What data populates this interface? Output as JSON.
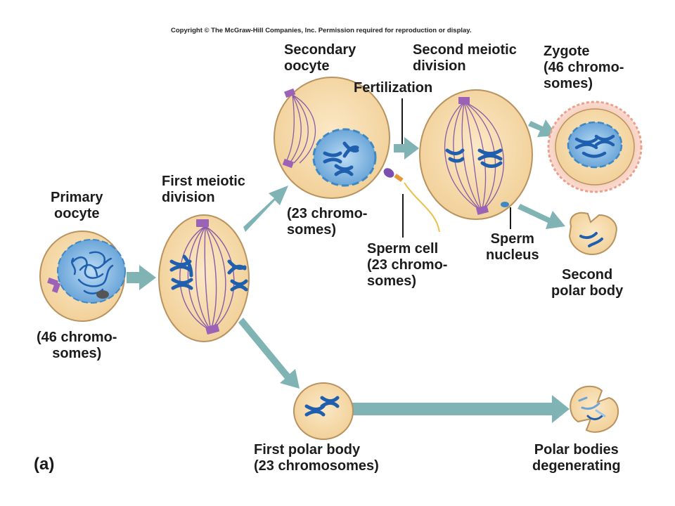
{
  "copyright": "Copyright © The McGraw-Hill Companies, Inc. Permission required for reproduction or display.",
  "panel_label": "(a)",
  "labels": {
    "primary_oocyte": "Primary\noocyte",
    "primary_count": "(46 chromo-\nsomes)",
    "first_meiotic_division": "First meiotic\ndivision",
    "secondary_oocyte": "Secondary\noocyte",
    "secondary_count": "(23 chromo-\nsomes)",
    "fertilization": "Fertilization",
    "second_meiotic_division": "Second meiotic\ndivision",
    "zygote": "Zygote\n(46 chromo-\nsomes)",
    "sperm_cell": "Sperm cell\n(23 chromo-\nsomes)",
    "sperm_nucleus": "Sperm\nnucleus",
    "second_polar_body": "Second\npolar body",
    "first_polar_body": "First polar body\n(23 chromosomes)",
    "polar_bodies_degenerating": "Polar bodies\ndegenerating"
  },
  "colors": {
    "cytoplasm": "#f7ddb0",
    "cell_outline": "#b9925f",
    "nucleus": "#3f88c6",
    "nucleus_light": "#a8cdee",
    "chromosome": "#1f5fae",
    "spindle": "#8a5aa6",
    "centriole": "#9b62b8",
    "arrow": "#7fb3b4",
    "zygote_halo": "#f2b7a8"
  }
}
